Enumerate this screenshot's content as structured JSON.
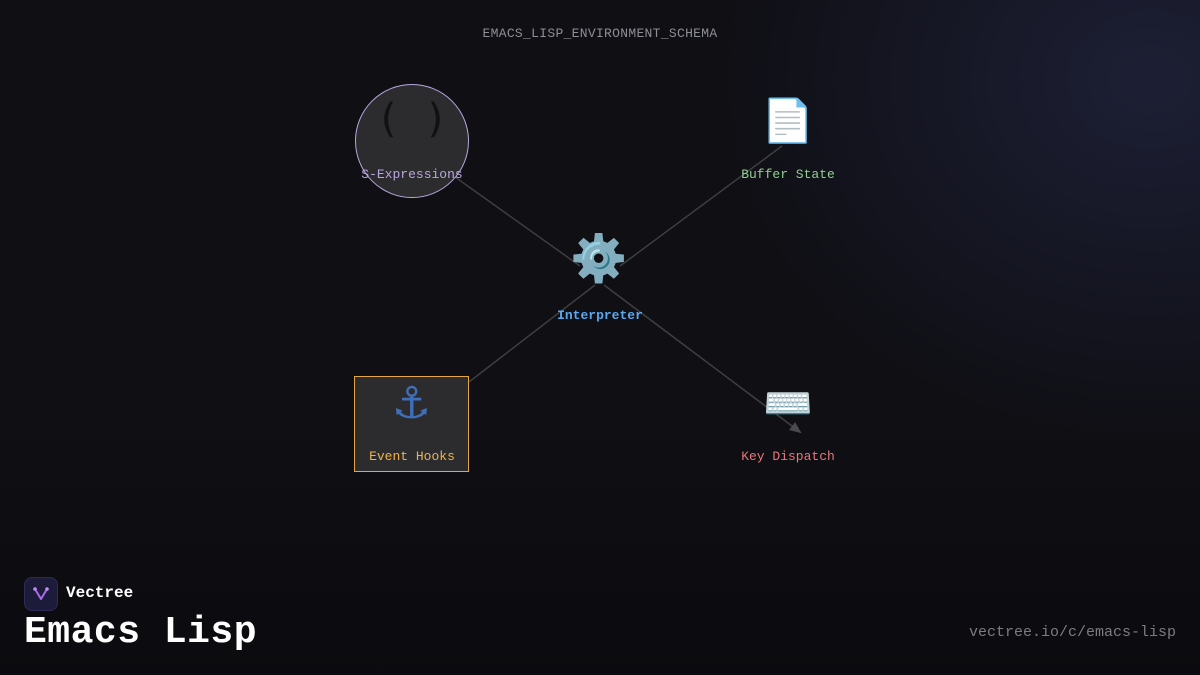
{
  "diagram": {
    "title": "EMACS_LISP_ENVIRONMENT_SCHEMA",
    "nodes": {
      "s_expressions": {
        "icon": "( )",
        "icon_name": "parentheses-icon",
        "label": "S-Expressions",
        "color": "#b9a6e0"
      },
      "buffer_state": {
        "icon": "📄",
        "icon_name": "document-icon",
        "label": "Buffer State",
        "color": "#8fd08f"
      },
      "interpreter": {
        "icon": "⚙️",
        "icon_name": "gear-icon",
        "label": "Interpreter",
        "color": "#5aa8f0"
      },
      "event_hooks": {
        "icon": "⚓",
        "icon_name": "anchor-icon",
        "label": "Event Hooks",
        "color": "#f0b24a"
      },
      "key_dispatch": {
        "icon": "⌨️",
        "icon_name": "keyboard-icon",
        "label": "Key Dispatch",
        "color": "#e8767a"
      }
    },
    "edges": [
      {
        "from": "s_expressions",
        "to": "interpreter"
      },
      {
        "from": "interpreter",
        "to": "buffer_state"
      },
      {
        "from": "interpreter",
        "to": "event_hooks"
      },
      {
        "from": "interpreter",
        "to": "key_dispatch",
        "arrow": true
      }
    ]
  },
  "footer": {
    "brand": "Vectree",
    "title": "Emacs Lisp",
    "url": "vectree.io/c/emacs-lisp"
  }
}
